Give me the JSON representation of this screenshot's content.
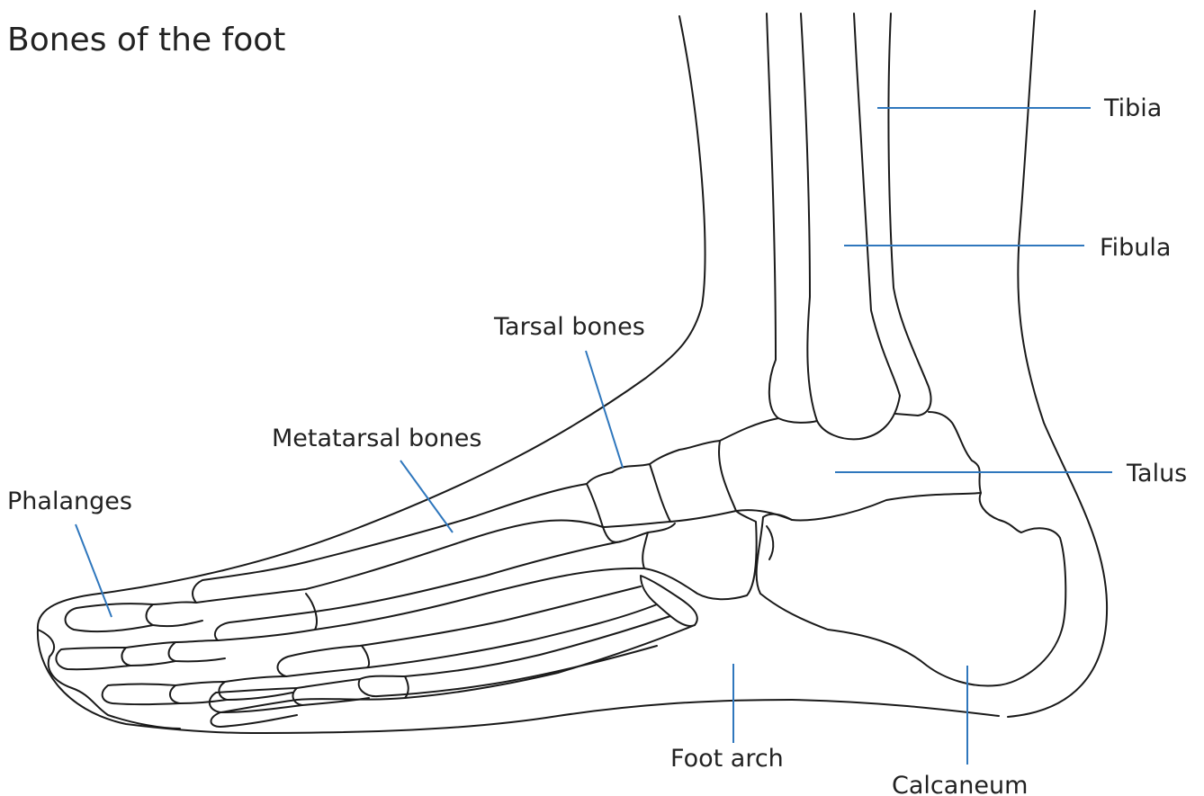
{
  "title": "Bones of the foot",
  "labels": {
    "tibia": "Tibia",
    "fibula": "Fibula",
    "tarsal_bones": "Tarsal bones",
    "metatarsal_bones": "Metatarsal bones",
    "phalanges": "Phalanges",
    "talus": "Talus",
    "foot_arch": "Foot arch",
    "calcaneum": "Calcaneum"
  },
  "colors": {
    "leader_line": "#2f77bd",
    "outline": "#1a1a1a",
    "text": "#222222",
    "background": "#ffffff"
  }
}
